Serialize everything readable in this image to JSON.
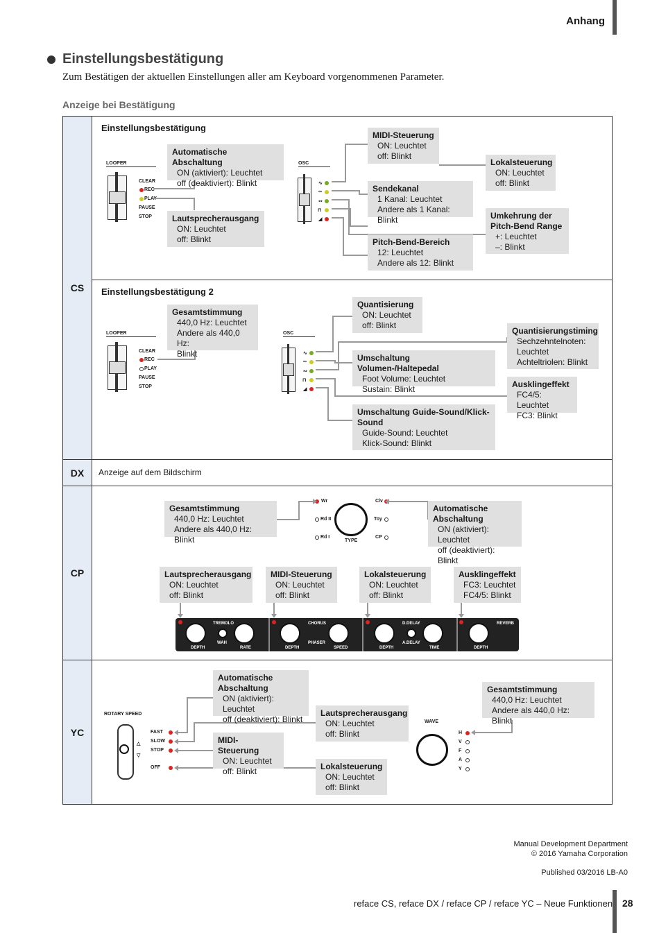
{
  "header": {
    "section": "Anhang"
  },
  "title": "Einstellungsbestätigung",
  "intro": "Zum Bestätigen der aktuellen Einstellungen aller am Keyboard vorgenommenen Parameter.",
  "subtitle": "Anzeige bei Bestätigung",
  "cs": {
    "label": "CS",
    "block1": {
      "heading": "Einstellungsbestätigung",
      "looper": {
        "title": "LOOPER",
        "items": [
          "CLEAR",
          "REC",
          "PLAY",
          "PAUSE",
          "STOP"
        ]
      },
      "osc": "OSC",
      "boxes": {
        "auto_off": {
          "title": "Automatische Abschaltung",
          "lines": [
            "ON (aktiviert): Leuchtet",
            "off (deaktiviert): Blinkt"
          ]
        },
        "speaker": {
          "title": "Lautsprecherausgang",
          "lines": [
            "ON:  Leuchtet",
            "off:   Blinkt"
          ]
        },
        "midi": {
          "title": "MIDI-Steuerung",
          "lines": [
            "ON:  Leuchtet",
            "off:   Blinkt"
          ]
        },
        "sendekanal": {
          "title": "Sendekanal",
          "lines": [
            "1 Kanal: Leuchtet",
            "Andere als 1 Kanal: Blinkt"
          ]
        },
        "pitchbend": {
          "title": "Pitch-Bend-Bereich",
          "lines": [
            "12: Leuchtet",
            "Andere als 12: Blinkt"
          ]
        },
        "lokal": {
          "title": "Lokalsteuerung",
          "lines": [
            "ON:  Leuchtet",
            "off:   Blinkt"
          ]
        },
        "umkehr": {
          "title": "Umkehrung der Pitch-Bend Range",
          "lines": [
            "+: Leuchtet",
            "–: Blinkt"
          ]
        }
      }
    },
    "block2": {
      "heading": "Einstellungsbestätigung 2",
      "looper": {
        "title": "LOOPER",
        "items": [
          "CLEAR",
          "REC",
          "PLAY",
          "PAUSE",
          "STOP"
        ]
      },
      "osc": "OSC",
      "boxes": {
        "tuning": {
          "title": "Gesamtstimmung",
          "lines": [
            "440,0 Hz: Leuchtet",
            "Andere als 440,0 Hz:",
            "  Blinkt"
          ]
        },
        "quant": {
          "title": "Quantisierung",
          "lines": [
            "ON:  Leuchtet",
            "off:   Blinkt"
          ]
        },
        "pedal": {
          "title": "Umschaltung Volumen-/Haltepedal",
          "lines": [
            "Foot Volume: Leuchtet",
            "Sustain: Blinkt"
          ]
        },
        "guide": {
          "title": "Umschaltung Guide-Sound/Klick-Sound",
          "lines": [
            "Guide-Sound: Leuchtet",
            "Klick-Sound: Blinkt"
          ]
        },
        "qtiming": {
          "title": "Quantisierungstiming",
          "lines": [
            "Sechzehntelnoten:",
            "  Leuchtet",
            "Achteltriolen: Blinkt"
          ]
        },
        "decay": {
          "title": "Ausklingeffekt",
          "lines": [
            "FC4/5: Leuchtet",
            "FC3: Blinkt"
          ]
        }
      }
    }
  },
  "dx": {
    "label": "DX",
    "text": "Anzeige auf dem Bildschirm"
  },
  "cp": {
    "label": "CP",
    "type_labels": {
      "wr": "Wr",
      "rdii": "Rd II",
      "rdi": "Rd I",
      "clv": "Clv",
      "toy": "Toy",
      "cp": "CP",
      "type": "TYPE"
    },
    "panel_labels": {
      "tremolo": "TREMOLO",
      "wah": "WAH",
      "chorus": "CHORUS",
      "phaser": "PHASER",
      "ddelay": "D.DELAY",
      "adelay": "A.DELAY",
      "reverb": "REVERB",
      "depth": "DEPTH",
      "rate": "RATE",
      "speed": "SPEED",
      "time": "TIME"
    },
    "boxes": {
      "tuning": {
        "title": "Gesamtstimmung",
        "lines": [
          "440,0 Hz: Leuchtet",
          "Andere als 440,0 Hz: Blinkt"
        ]
      },
      "auto_off": {
        "title": "Automatische Abschaltung",
        "lines": [
          "ON (aktiviert): Leuchtet",
          "off (deaktiviert): Blinkt"
        ]
      },
      "speaker": {
        "title": "Lautsprecherausgang",
        "lines": [
          "ON:  Leuchtet",
          "off:   Blinkt"
        ]
      },
      "midi": {
        "title": "MIDI-Steuerung",
        "lines": [
          "ON:  Leuchtet",
          "off:   Blinkt"
        ]
      },
      "lokal": {
        "title": "Lokalsteuerung",
        "lines": [
          "ON:  Leuchtet",
          "off:   Blinkt"
        ]
      },
      "decay": {
        "title": "Ausklingeffekt",
        "lines": [
          "FC3: Leuchtet",
          "FC4/5: Blinkt"
        ]
      }
    }
  },
  "yc": {
    "label": "YC",
    "rotary": {
      "title": "ROTARY SPEED",
      "items": [
        "FAST",
        "SLOW",
        "STOP",
        "OFF"
      ]
    },
    "wave": {
      "title": "WAVE",
      "items": [
        "H",
        "V",
        "F",
        "A",
        "Y"
      ]
    },
    "boxes": {
      "auto_off": {
        "title": "Automatische Abschaltung",
        "lines": [
          "ON (aktiviert): Leuchtet",
          "off (deaktiviert): Blinkt"
        ]
      },
      "midi": {
        "title": "MIDI-Steuerung",
        "lines": [
          "ON:  Leuchtet",
          "off:   Blinkt"
        ]
      },
      "speaker": {
        "title": "Lautsprecherausgang",
        "lines": [
          "ON:  Leuchtet",
          "off:   Blinkt"
        ]
      },
      "lokal": {
        "title": "Lokalsteuerung",
        "lines": [
          "ON:  Leuchtet",
          "off:   Blinkt"
        ]
      },
      "tuning": {
        "title": "Gesamtstimmung",
        "lines": [
          "440,0 Hz: Leuchtet",
          "Andere als 440,0 Hz: Blinkt"
        ]
      }
    }
  },
  "footer": {
    "dept": "Manual Development Department",
    "copyright": "© 2016 Yamaha Corporation",
    "published": "Published 03/2016  LB-A0",
    "product_line": "reface CS, reface DX / reface CP / reface YC – Neue Funktionen",
    "page": "28"
  }
}
